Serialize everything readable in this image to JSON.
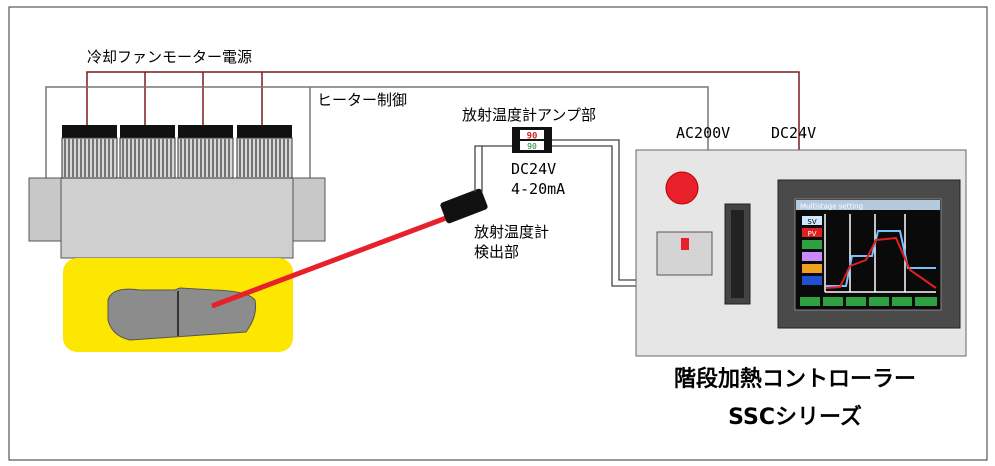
{
  "labels": {
    "fan_power": "冷却ファンモーター電源",
    "heater_control": "ヒーター制御",
    "pyrometer_amp": "放射温度計アンプ部",
    "dc24v_amp": "DC24V",
    "signal_4_20ma": "4-20mA",
    "pyrometer_sensor_line1": "放射温度計",
    "pyrometer_sensor_line2": "検出部",
    "ac200v": "AC200V",
    "dc24v_power": "DC24V"
  },
  "amp_display": {
    "top_value": "90",
    "bottom_value": "90"
  },
  "hmi": {
    "title": "Multistage setting",
    "buttons": [
      "SV",
      "PV"
    ]
  },
  "product": {
    "name_line1": "階段加熱コントローラー",
    "name_line2": "SSCシリーズ"
  },
  "colors": {
    "wire_red": "#7a1a1a",
    "wire_gray": "#777777",
    "laser": "#e8202a",
    "pad_highlight": "#fde700",
    "cabinet": "#e6e6e6"
  }
}
